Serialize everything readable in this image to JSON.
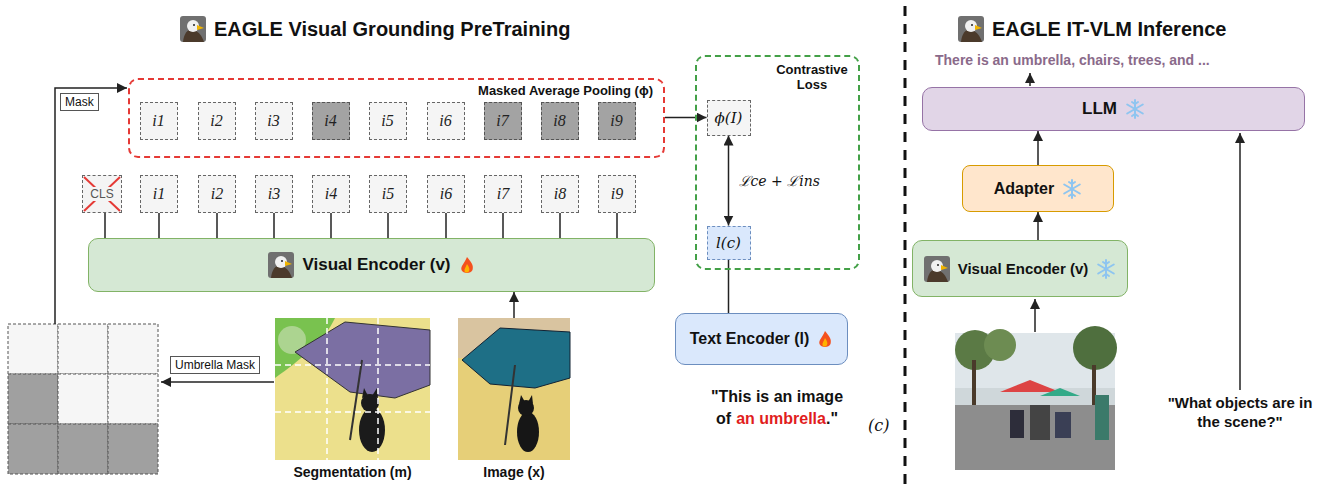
{
  "diagram": {
    "title": "EAGLE Visual Grounding PreTraining",
    "nodes": [
      {
        "text": [
          "Masked Average Pooling (ϕ)"
        ]
      },
      {
        "text": [
          "i1"
        ],
        "in": 0
      },
      {
        "text": [
          "i2"
        ],
        "in": 0
      },
      {
        "text": [
          "i3"
        ],
        "in": 0
      },
      {
        "text": [
          "i4"
        ],
        "in": 0
      },
      {
        "text": [
          "i5"
        ],
        "in": 0
      },
      {
        "text": [
          "i6"
        ],
        "in": 0
      },
      {
        "text": [
          "i7"
        ],
        "in": 0
      },
      {
        "text": [
          "i8"
        ],
        "in": 0
      },
      {
        "text": [
          "i9"
        ],
        "in": 0
      },
      {
        "text": [
          "CLS"
        ]
      },
      {
        "text": [
          "i1"
        ]
      },
      {
        "text": [
          "i2"
        ]
      },
      {
        "text": [
          "i3"
        ]
      },
      {
        "text": [
          "i4"
        ]
      },
      {
        "text": [
          "i5"
        ]
      },
      {
        "text": [
          "i6"
        ]
      },
      {
        "text": [
          "i7"
        ]
      },
      {
        "text": [
          "i8"
        ]
      },
      {
        "text": [
          "i9"
        ]
      },
      {
        "text": [
          "Visual Encoder (v)"
        ]
      },
      {
        "text": [
          "Contrastive Loss"
        ]
      },
      {
        "text": [
          "ϕ(I)"
        ],
        "in": 21
      },
      {
        "text": [
          "l(c)"
        ],
        "in": 21
      },
      {
        "text": [
          "Text Encoder (l)"
        ]
      },
      {
        "text": [
          "Segmentation (m)"
        ]
      },
      {
        "text": [
          "Image (x)"
        ]
      },
      {
        "text": [
          "LLM"
        ]
      },
      {
        "text": [
          "Adapter"
        ]
      },
      {
        "text": [
          "Visual Encoder (v)"
        ]
      }
    ],
    "edges": [
      {
        "from": 20,
        "to": 10,
        "arrow": "none"
      },
      {
        "from": 20,
        "to": 11,
        "arrow": "none"
      },
      {
        "from": 20,
        "to": 12,
        "arrow": "none"
      },
      {
        "from": 20,
        "to": 13,
        "arrow": "none"
      },
      {
        "from": 20,
        "to": 14,
        "arrow": "none"
      },
      {
        "from": 20,
        "to": 15,
        "arrow": "none"
      },
      {
        "from": 20,
        "to": 16,
        "arrow": "none"
      },
      {
        "from": 20,
        "to": 17,
        "arrow": "none"
      },
      {
        "from": 20,
        "to": 18,
        "arrow": "none"
      },
      {
        "from": 20,
        "to": 19,
        "arrow": "none"
      },
      {
        "from": 26,
        "to": 20,
        "arrow": "to"
      },
      {
        "from": 0,
        "to": 22,
        "arrow": "to"
      },
      {
        "from": 22,
        "to": 23,
        "label": "ℒce + ℒins",
        "arrow": "both"
      },
      {
        "from": 24,
        "to": 23,
        "arrow": "none"
      },
      {
        "from": 29,
        "to": 28,
        "arrow": "to"
      },
      {
        "from": 28,
        "to": 27,
        "arrow": "to"
      }
    ],
    "labels": [
      "Mask",
      "Umbrella Mask",
      "\"This is an image",
      "of",
      "an umbrella",
      ".\"",
      "(c)",
      "EAGLE IT-VLM Inference",
      "There is an umbrella, chairs, trees, and ...",
      "\"What objects are in the scene?\""
    ]
  }
}
